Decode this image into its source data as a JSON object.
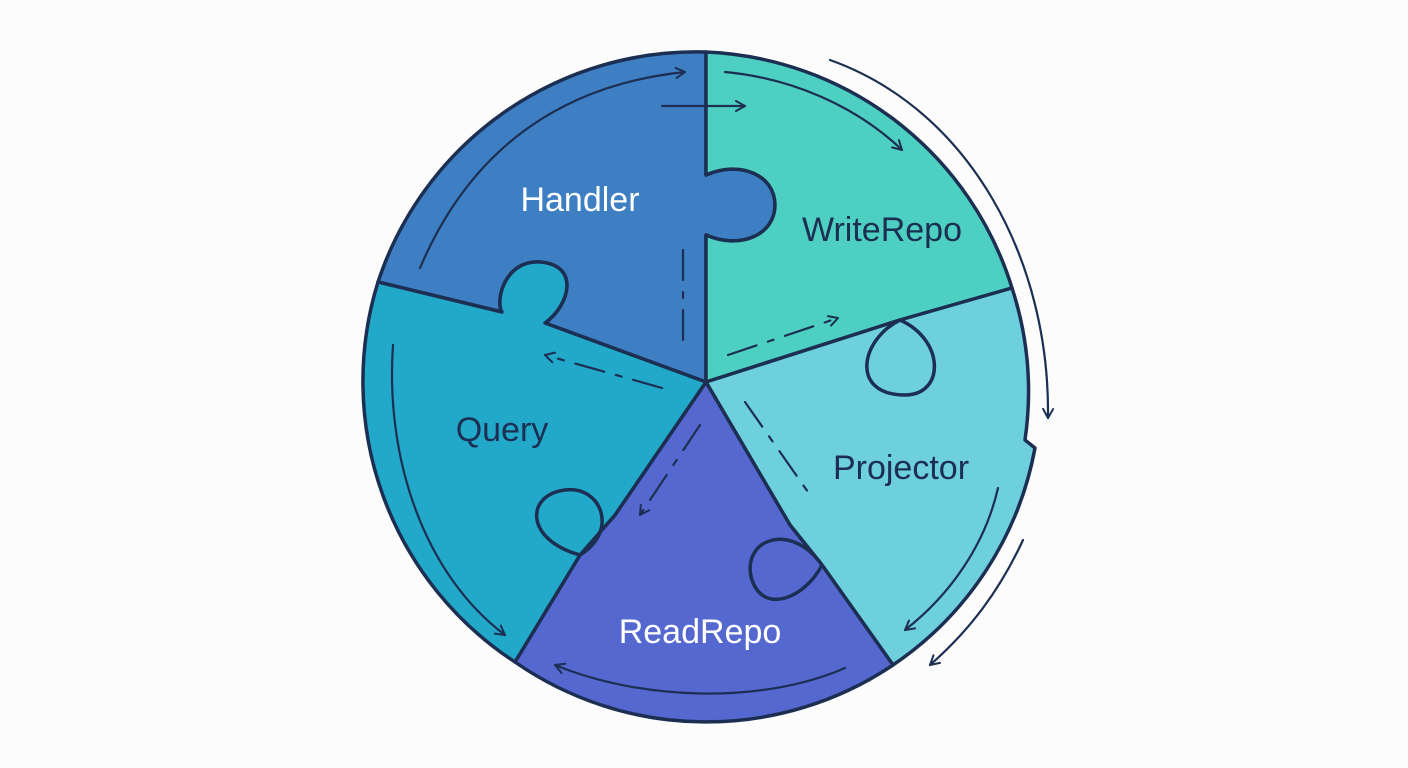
{
  "pieces": [
    {
      "id": "handler",
      "label": "Handler",
      "fill": "#3e7fc4",
      "text_color": "#ffffff"
    },
    {
      "id": "writerepo",
      "label": "WriteRepo",
      "fill": "#4dd0c1",
      "text_color": "#1c2f52"
    },
    {
      "id": "projector",
      "label": "Projector",
      "fill": "#6ed0dc",
      "text_color": "#1c2f52"
    },
    {
      "id": "readrepo",
      "label": "ReadRepo",
      "fill": "#5468d0",
      "text_color": "#ffffff"
    },
    {
      "id": "query",
      "label": "Query",
      "fill": "#22a8c9",
      "text_color": "#1c2f52"
    }
  ],
  "colors": {
    "outline": "#1c2f52",
    "background": "#fbfcfb"
  }
}
